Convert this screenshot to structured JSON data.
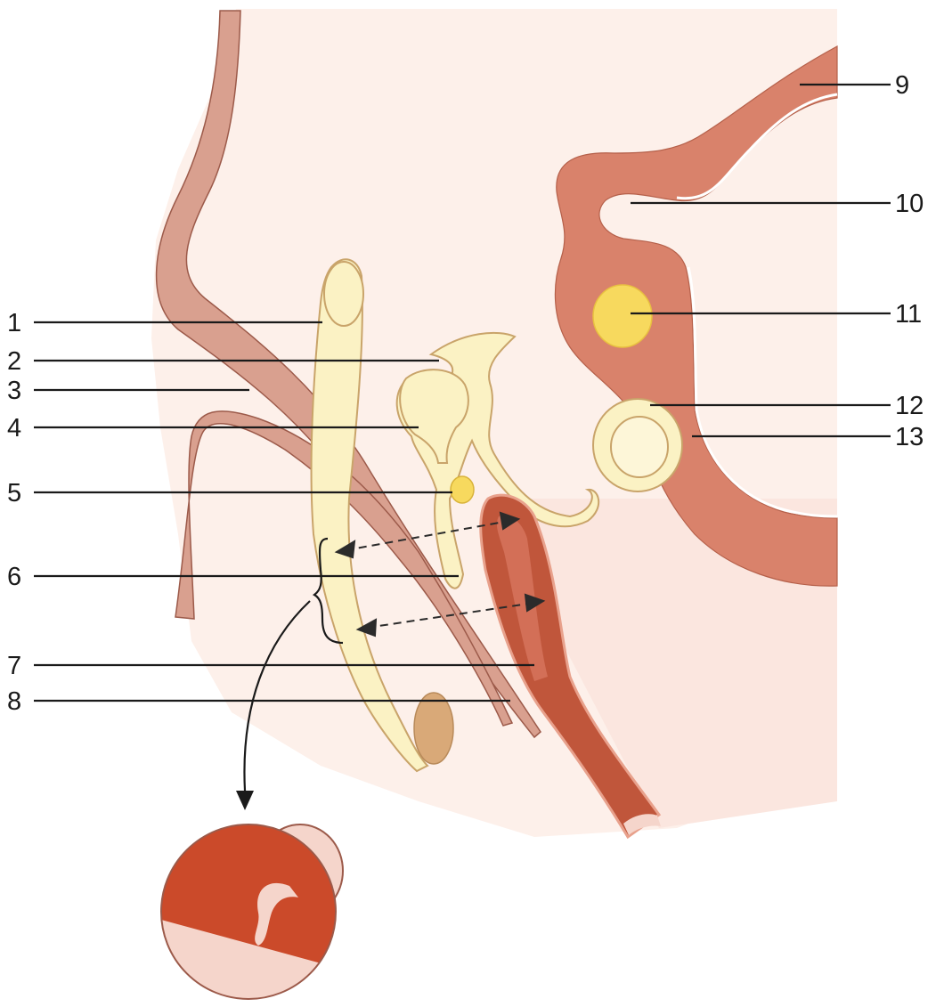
{
  "diagram": {
    "colors": {
      "background_tissue": "#fdf0ea",
      "skin_wall": "#d9a08f",
      "skin_wall_outline": "#9c5a4a",
      "soft_tissue": "#d9826b",
      "cartilage": "#fbf2c4",
      "cartilage_outline": "#c9a46a",
      "gland": "#f7d95e",
      "vessel_light": "#e9a18a",
      "vessel_dark": "#b5472e",
      "muscle_core": "#d9a978",
      "inset_dark": "#cb4a2a",
      "inset_light": "#f5d5cb",
      "line": "#1a1a1a"
    },
    "callouts": [
      {
        "id": "1",
        "label": "1"
      },
      {
        "id": "2",
        "label": "2"
      },
      {
        "id": "3",
        "label": "3"
      },
      {
        "id": "4",
        "label": "4"
      },
      {
        "id": "5",
        "label": "5"
      },
      {
        "id": "6",
        "label": "6"
      },
      {
        "id": "7",
        "label": "7"
      },
      {
        "id": "8",
        "label": "8"
      },
      {
        "id": "9",
        "label": "9"
      },
      {
        "id": "10",
        "label": "10"
      },
      {
        "id": "11",
        "label": "11"
      },
      {
        "id": "12",
        "label": "12"
      },
      {
        "id": "13",
        "label": "13"
      }
    ]
  }
}
